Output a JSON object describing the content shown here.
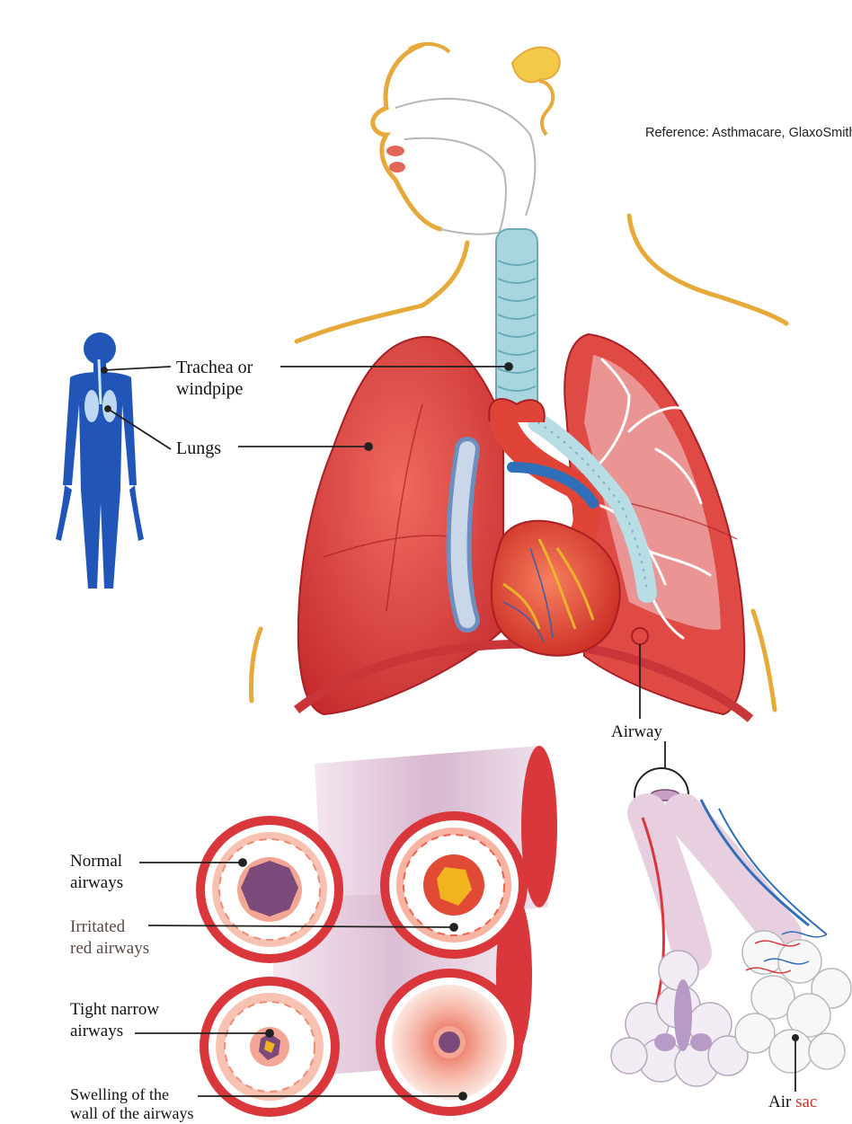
{
  "reference": "Reference: Asthmacare, GlaxoSmithK",
  "labels": {
    "trachea": [
      "Trachea or",
      "windpipe"
    ],
    "lungs": "Lungs",
    "airway": "Airway",
    "air": "Air",
    "sac": "sac",
    "normal": [
      "Normal",
      "airways"
    ],
    "irritated": [
      "Irritated",
      "red airways"
    ],
    "tight": [
      "Tight narrow",
      "airways"
    ],
    "swelling": [
      "Swelling of the",
      "wall of the airways"
    ]
  },
  "colors": {
    "lung_red": "#d9373b",
    "body_blue": "#2156b8",
    "skin_outline": "#e6a93a",
    "trachea_blue": "#a9d5df",
    "vessel_blue": "#2f6fb8",
    "airway_pink": "#e7cfe0"
  },
  "icons": [
    "human-silhouette-icon",
    "lungs-illustration",
    "heart-illustration",
    "airway-cross-section-icon",
    "alveoli-cluster-icon"
  ]
}
